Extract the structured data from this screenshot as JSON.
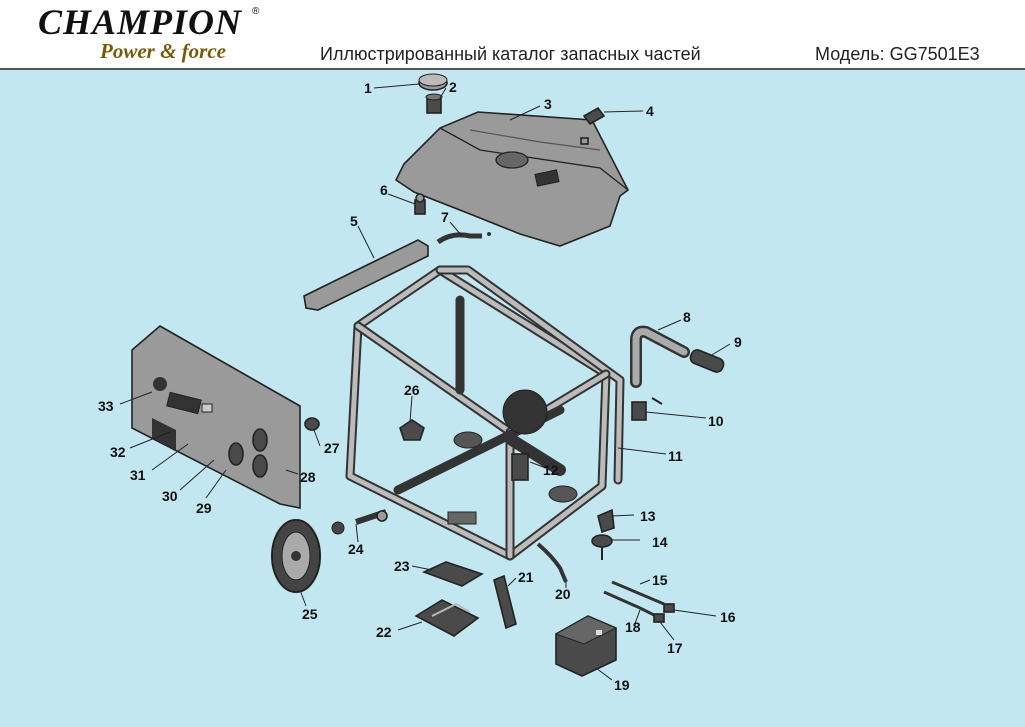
{
  "header": {
    "brand": "CHAMPION",
    "registered_mark": "®",
    "slogan": "Power & force",
    "catalog_title": "Иллюстрированный каталог запасных частей",
    "model_label": "Модель: GG7501E3"
  },
  "colors": {
    "background": "#c3e7f1",
    "slogan": "#7a5a0a"
  },
  "callouts": [
    "1",
    "2",
    "3",
    "4",
    "5",
    "6",
    "7",
    "8",
    "9",
    "10",
    "11",
    "12",
    "13",
    "14",
    "15",
    "16",
    "17",
    "18",
    "19",
    "20",
    "21",
    "22",
    "23",
    "24",
    "25",
    "26",
    "27",
    "28",
    "29",
    "30",
    "31",
    "32",
    "33"
  ]
}
